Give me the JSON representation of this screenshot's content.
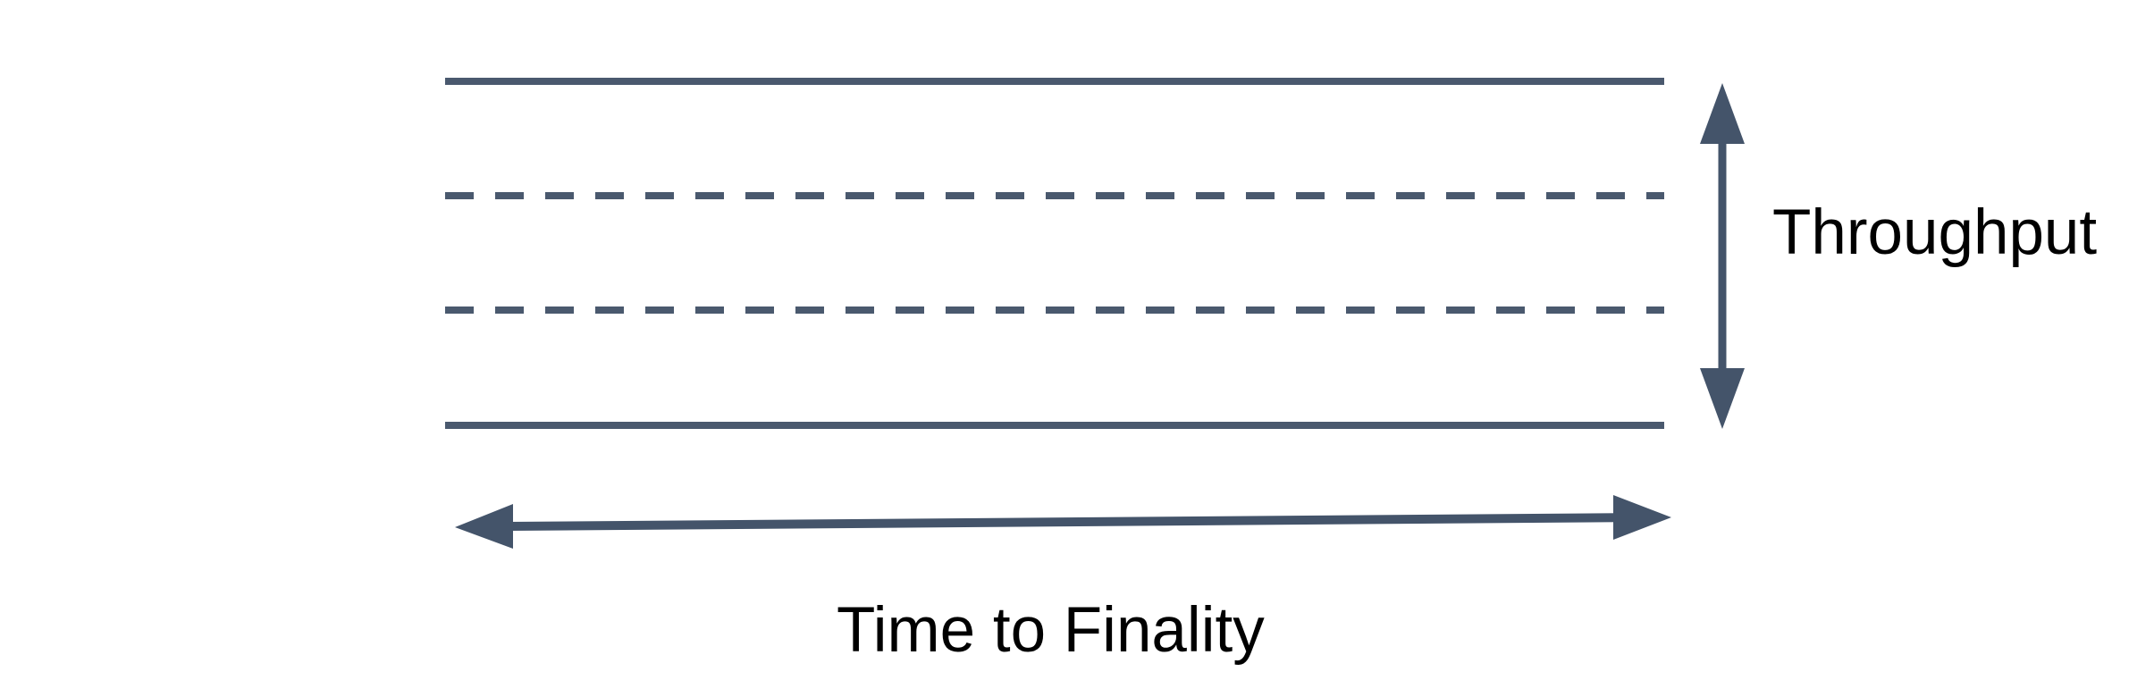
{
  "diagram": {
    "labels": {
      "throughput": "Throughput",
      "time_to_finality": "Time to Finality"
    },
    "lanes": [
      {
        "id": "top-boundary",
        "style": "solid"
      },
      {
        "id": "inner-lane-1",
        "style": "dashed"
      },
      {
        "id": "inner-lane-2",
        "style": "dashed"
      },
      {
        "id": "bottom-boundary",
        "style": "solid"
      }
    ],
    "icons": {
      "vertical_arrow": "double-headed-vertical-arrow-icon",
      "horizontal_arrow": "double-headed-horizontal-arrow-icon"
    },
    "colors": {
      "line-color": "#4a596e",
      "arrow-color": "#44546a",
      "text-color": "#000000",
      "bg-color": "#ffffff"
    }
  }
}
